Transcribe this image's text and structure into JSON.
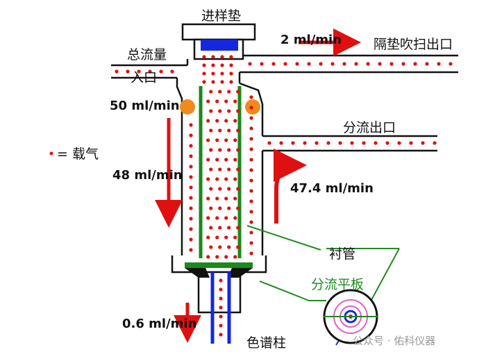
{
  "labels": {
    "septum": "进样垫",
    "total_flow": "总流量",
    "inlet": "入口",
    "septum_purge_outlet": "隔垫吹扫出口",
    "split_outlet": "分流出口",
    "carrier_legend": "= 载气",
    "liner": "衬管",
    "split_plate": "分流平板",
    "column": "色谱柱"
  },
  "flows": {
    "purge": "2 ml/min",
    "total": "50 ml/min",
    "down": "48 ml/min",
    "split": "47.4 ml/min",
    "column": "0.6 ml/min"
  },
  "watermark": "公众号 · 佑科仪器",
  "colors": {
    "arrow": "#e01010",
    "liner": "#1a8a1a",
    "septum": "#1428e0",
    "column": "#1428e0",
    "oring": "#f08a1e",
    "callout": "#1f8a1f"
  }
}
